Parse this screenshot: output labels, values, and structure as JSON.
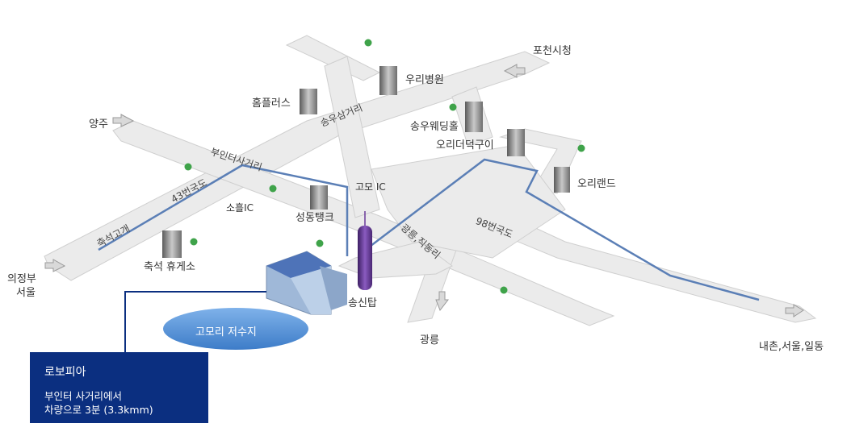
{
  "colors": {
    "road": "#ebebeb",
    "road_edge": "#cfcfcf",
    "route": "#5b7fb6",
    "lake": "#4f8ed6",
    "info_bg": "#0b2f80",
    "tower": "#6a3a9a",
    "tree": "#3fa34a"
  },
  "places": {
    "pocheon": "포천시청",
    "yangju": "양주",
    "uijeongbu": "의정부",
    "seoul": "서울",
    "uri_hospital": "우리병원",
    "homeplus": "홈플러스",
    "songu_jct": "송우삼거리",
    "songu_wedding": "송우웨딩홀",
    "ori_duck": "오리더덕구이",
    "oriland": "오리랜드",
    "buinter_jct": "부인터사거리",
    "gomo_ic": "고모 IC",
    "soheul_ic": "소흘IC",
    "seongdong_tank": "성동탱크",
    "route43": "43번국도",
    "chukseok_pass": "축석고개",
    "chukseok_rest": "축석 휴게소",
    "route98": "98번국도",
    "gwangneung_road": "광릉,직동리",
    "songsintap": "송신탑",
    "gwangneung": "광릉",
    "naechon": "내촌,서울,일동"
  },
  "lake": {
    "label": "고모리 저수지"
  },
  "info": {
    "title": "로보피아",
    "line1": "부인터 사거리에서",
    "line2": "차량으로 3분 (3.3kmm)"
  },
  "icons": [
    "arrow-icon",
    "building-icon",
    "tree-icon",
    "tower-icon",
    "robopia-building-icon",
    "lake-icon"
  ]
}
